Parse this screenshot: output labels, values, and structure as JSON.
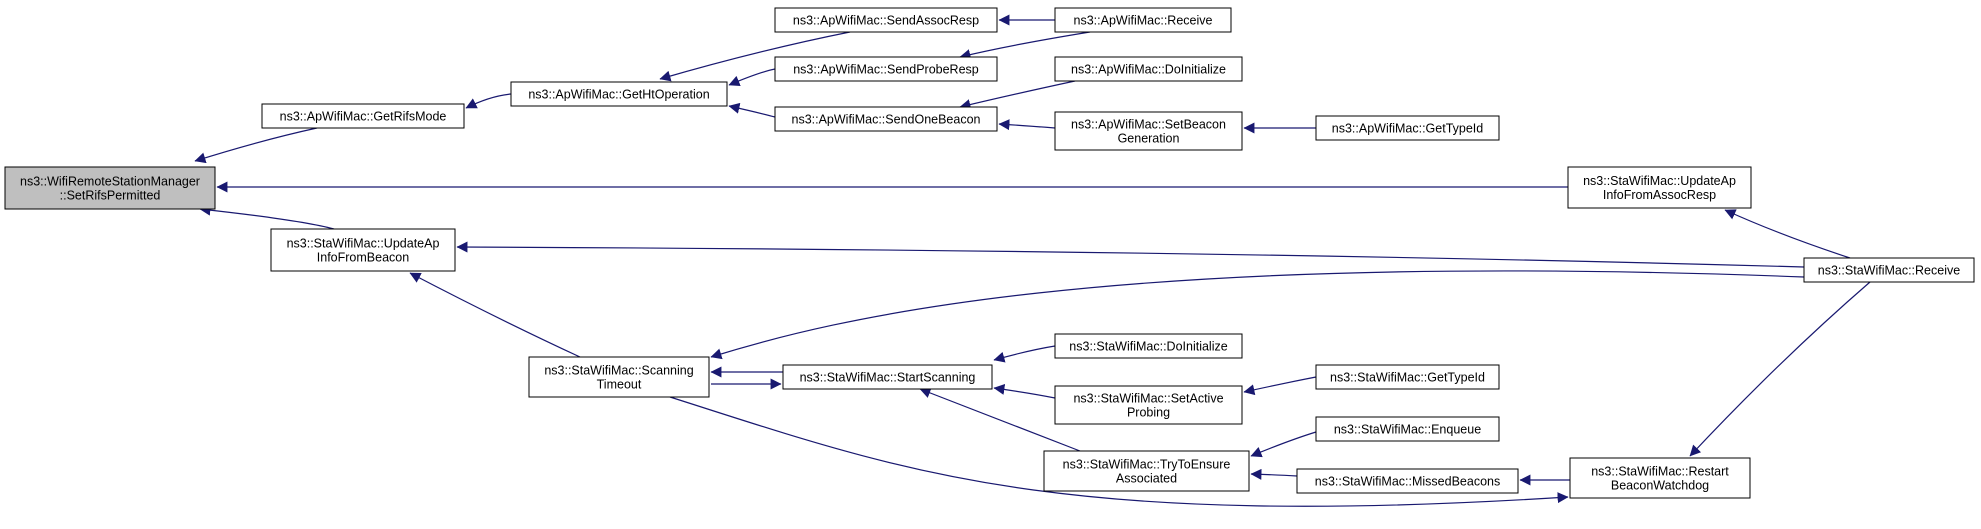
{
  "colors": {
    "edge": "#191970",
    "node_border": "#000000",
    "node_fill": "#ffffff",
    "root_fill": "#bfbfbf"
  },
  "nodes": [
    {
      "id": "root",
      "lines": [
        "ns3::WifiRemoteStationManager",
        "::SetRifsPermitted"
      ],
      "root": true
    },
    {
      "id": "ap_getrifs",
      "lines": [
        "ns3::ApWifiMac::GetRifsMode"
      ]
    },
    {
      "id": "sta_updatebeacon",
      "lines": [
        "ns3::StaWifiMac::UpdateAp",
        "InfoFromBeacon"
      ]
    },
    {
      "id": "ap_getht",
      "lines": [
        "ns3::ApWifiMac::GetHtOperation"
      ]
    },
    {
      "id": "ap_sendassoc",
      "lines": [
        "ns3::ApWifiMac::SendAssocResp"
      ]
    },
    {
      "id": "ap_sendprobe",
      "lines": [
        "ns3::ApWifiMac::SendProbeResp"
      ]
    },
    {
      "id": "ap_sendbeacon",
      "lines": [
        "ns3::ApWifiMac::SendOneBeacon"
      ]
    },
    {
      "id": "ap_receive",
      "lines": [
        "ns3::ApWifiMac::Receive"
      ]
    },
    {
      "id": "ap_doinit",
      "lines": [
        "ns3::ApWifiMac::DoInitialize"
      ]
    },
    {
      "id": "ap_setbeacongen",
      "lines": [
        "ns3::ApWifiMac::SetBeacon",
        "Generation"
      ]
    },
    {
      "id": "ap_gettypeid",
      "lines": [
        "ns3::ApWifiMac::GetTypeId"
      ]
    },
    {
      "id": "sta_updateassoc",
      "lines": [
        "ns3::StaWifiMac::UpdateAp",
        "InfoFromAssocResp"
      ]
    },
    {
      "id": "sta_receive",
      "lines": [
        "ns3::StaWifiMac::Receive"
      ]
    },
    {
      "id": "sta_scantimeout",
      "lines": [
        "ns3::StaWifiMac::Scanning",
        "Timeout"
      ]
    },
    {
      "id": "sta_startscan",
      "lines": [
        "ns3::StaWifiMac::StartScanning"
      ]
    },
    {
      "id": "sta_doinit",
      "lines": [
        "ns3::StaWifiMac::DoInitialize"
      ]
    },
    {
      "id": "sta_setactive",
      "lines": [
        "ns3::StaWifiMac::SetActive",
        "Probing"
      ]
    },
    {
      "id": "sta_gettypeid",
      "lines": [
        "ns3::StaWifiMac::GetTypeId"
      ]
    },
    {
      "id": "sta_tryensure",
      "lines": [
        "ns3::StaWifiMac::TryToEnsure",
        "Associated"
      ]
    },
    {
      "id": "sta_enqueue",
      "lines": [
        "ns3::StaWifiMac::Enqueue"
      ]
    },
    {
      "id": "sta_missed",
      "lines": [
        "ns3::StaWifiMac::MissedBeacons"
      ]
    },
    {
      "id": "sta_restart",
      "lines": [
        "ns3::StaWifiMac::Restart",
        "BeaconWatchdog"
      ]
    }
  ],
  "edges": [
    {
      "from": "ap_getrifs",
      "to": "root"
    },
    {
      "from": "sta_updateassoc",
      "to": "root"
    },
    {
      "from": "sta_updatebeacon",
      "to": "root"
    },
    {
      "from": "ap_getht",
      "to": "ap_getrifs"
    },
    {
      "from": "ap_sendassoc",
      "to": "ap_getht"
    },
    {
      "from": "ap_sendprobe",
      "to": "ap_getht"
    },
    {
      "from": "ap_sendbeacon",
      "to": "ap_getht"
    },
    {
      "from": "ap_receive",
      "to": "ap_sendassoc"
    },
    {
      "from": "ap_receive",
      "to": "ap_sendprobe"
    },
    {
      "from": "ap_doinit",
      "to": "ap_sendbeacon"
    },
    {
      "from": "ap_setbeacongen",
      "to": "ap_sendbeacon"
    },
    {
      "from": "ap_gettypeid",
      "to": "ap_setbeacongen"
    },
    {
      "from": "sta_receive",
      "to": "sta_updateassoc"
    },
    {
      "from": "sta_receive",
      "to": "sta_updatebeacon"
    },
    {
      "from": "sta_scantimeout",
      "to": "sta_updatebeacon"
    },
    {
      "from": "sta_receive",
      "to": "sta_scantimeout"
    },
    {
      "from": "sta_startscan",
      "to": "sta_scantimeout"
    },
    {
      "from": "sta_scantimeout",
      "to": "sta_startscan"
    },
    {
      "from": "sta_doinit",
      "to": "sta_startscan"
    },
    {
      "from": "sta_setactive",
      "to": "sta_startscan"
    },
    {
      "from": "sta_tryensure",
      "to": "sta_startscan"
    },
    {
      "from": "sta_gettypeid",
      "to": "sta_setactive"
    },
    {
      "from": "sta_enqueue",
      "to": "sta_tryensure"
    },
    {
      "from": "sta_missed",
      "to": "sta_tryensure"
    },
    {
      "from": "sta_restart",
      "to": "sta_missed"
    },
    {
      "from": "sta_receive",
      "to": "sta_restart"
    },
    {
      "from": "sta_scantimeout",
      "to": "sta_restart"
    }
  ]
}
